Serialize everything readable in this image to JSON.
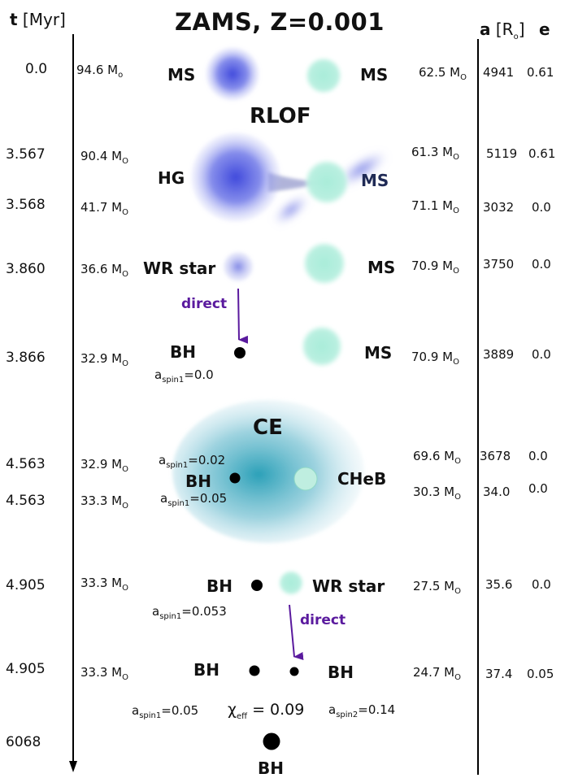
{
  "title": "ZAMS, Z=0.001",
  "header": {
    "time_bold": "t",
    "time_unit": "[Myr]",
    "sep_bold": "a",
    "sep_unit": "[R",
    "sep_unit_sub": "o",
    "sep_unit_close": "]",
    "ecc": "e"
  },
  "rows": [
    {
      "t": "0.0",
      "m1": "94.6 M",
      "m1_sub": "o",
      "m2": "62.5 M",
      "m2_sub": "O",
      "a": "4941",
      "e": "0.61"
    },
    {
      "t": "3.567",
      "m1": "90.4 M",
      "m1_sub": "O",
      "m2": "61.3 M",
      "m2_sub": "O",
      "a": "5119",
      "e": "0.61"
    },
    {
      "t": "3.568",
      "m1": "41.7 M",
      "m1_sub": "O",
      "m2": "71.1 M",
      "m2_sub": "O",
      "a": "3032",
      "e": "0.0"
    },
    {
      "t": "3.860",
      "m1": "36.6 M",
      "m1_sub": "O",
      "m2": "70.9 M",
      "m2_sub": "O",
      "a": "3750",
      "e": "0.0"
    },
    {
      "t": "3.866",
      "m1": "32.9 M",
      "m1_sub": "O",
      "m2": "70.9 M",
      "m2_sub": "O",
      "a": "3889",
      "e": "0.0"
    },
    {
      "t": "4.563",
      "m1": "32.9 M",
      "m1_sub": "O",
      "m2": "69.6 M",
      "m2_sub": "O",
      "a": "3678",
      "e": "0.0"
    },
    {
      "t": "4.563",
      "m1": "33.3 M",
      "m1_sub": "O",
      "m2": "30.3 M",
      "m2_sub": "O",
      "a": "34.0",
      "e": "0.0"
    },
    {
      "t": "4.905",
      "m1": "33.3 M",
      "m1_sub": "O",
      "m2": "27.5 M",
      "m2_sub": "O",
      "a": "35.6",
      "e": "0.0"
    },
    {
      "t": "4.905",
      "m1": "33.3 M",
      "m1_sub": "O",
      "m2": "24.7 M",
      "m2_sub": "O",
      "a": "37.4",
      "e": "0.05"
    },
    {
      "t": "6068"
    }
  ],
  "labels": {
    "ms": "MS",
    "rlof": "RLOF",
    "hg": "HG",
    "wr_star": "WR star",
    "bh": "BH",
    "ce": "CE",
    "cheb": "CHeB",
    "direct": "direct"
  },
  "spins": {
    "a_spin1": "a",
    "spin1_sub": "spin1",
    "spin2_sub": "spin2",
    "row4": "=0.0",
    "ce_top": "=0.02",
    "ce_bottom": "=0.05",
    "row7": "=0.053",
    "final1": "=0.05",
    "final2": "=0.14",
    "chi": "χ",
    "chi_sub": "eff",
    "chi_val": " = 0.09"
  },
  "colors": {
    "primary_star": "#4a55dd",
    "companion_star": "#9fe6d2",
    "common_envelope": "#3aa6bf",
    "direct_arrow": "#5a1a9e",
    "black_hole": "#000000"
  }
}
